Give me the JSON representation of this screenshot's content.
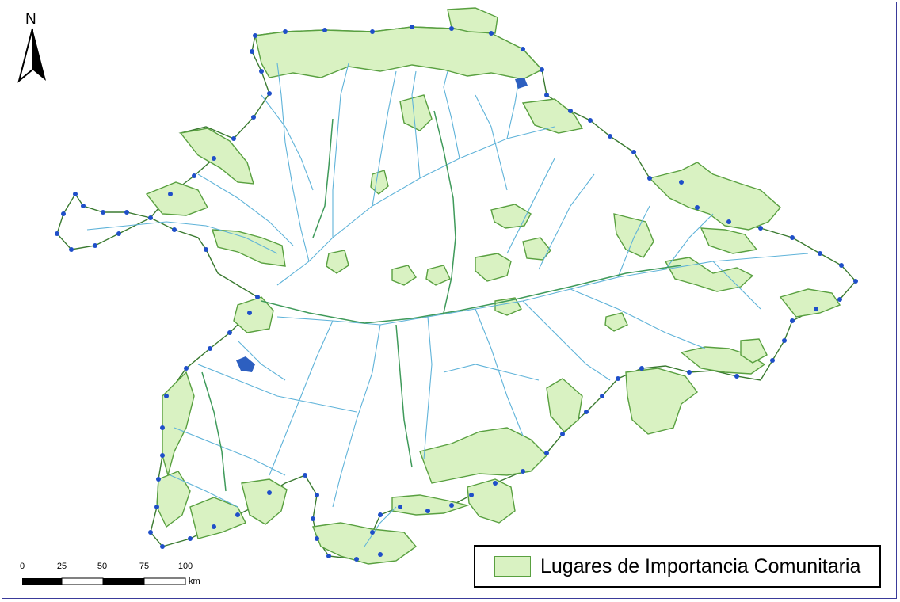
{
  "map": {
    "north_label": "N",
    "scale": {
      "ticks": [
        "0",
        "25",
        "50",
        "75",
        "100"
      ],
      "unit": "km"
    },
    "legend": {
      "items": [
        {
          "label": "Lugares de Importancia Comunitaria",
          "color": "#d9f2c2",
          "outline": "#59a040"
        }
      ]
    },
    "colors": {
      "region_fill": "#ffffff",
      "lic_fill": "#d9f2c2",
      "lic_outline": "#59a040",
      "river": "#5fb3d9",
      "border_point": "#1f4fc9",
      "frame": "#3a3a9a"
    }
  }
}
